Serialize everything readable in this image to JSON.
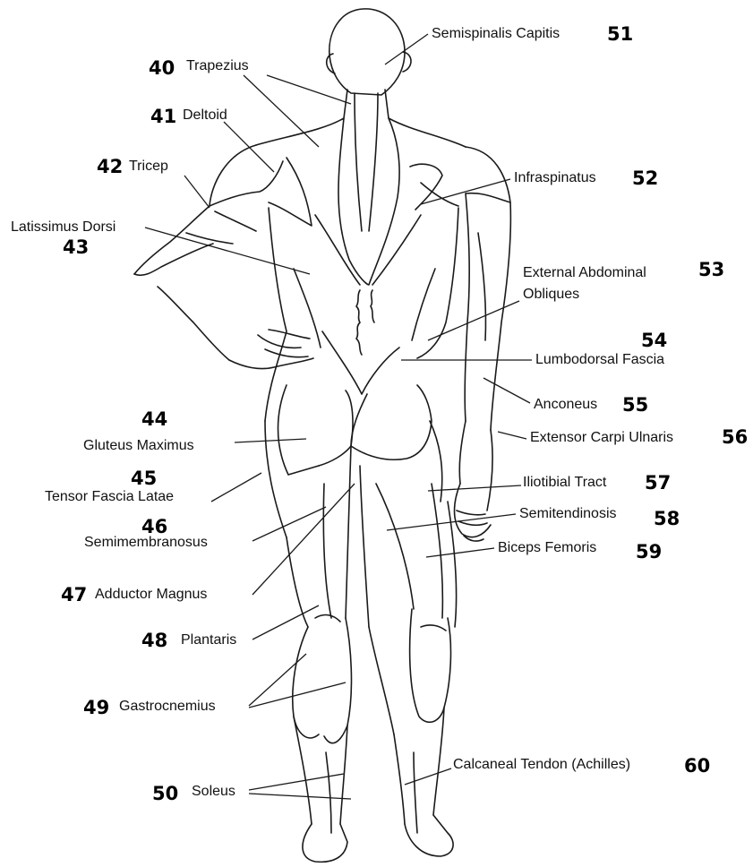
{
  "diagram": {
    "labels": [
      {
        "number": "40",
        "name": "Trapezius"
      },
      {
        "number": "41",
        "name": "Deltoid"
      },
      {
        "number": "42",
        "name": "Tricep"
      },
      {
        "number": "43",
        "name": "Latissimus Dorsi"
      },
      {
        "number": "44",
        "name": "Gluteus Maximus"
      },
      {
        "number": "45",
        "name": "Tensor Fascia Latae"
      },
      {
        "number": "46",
        "name": "Semimembranosus"
      },
      {
        "number": "47",
        "name": "Adductor Magnus"
      },
      {
        "number": "48",
        "name": "Plantaris"
      },
      {
        "number": "49",
        "name": "Gastrocnemius"
      },
      {
        "number": "50",
        "name": "Soleus"
      },
      {
        "number": "51",
        "name": "Semispinalis Capitis"
      },
      {
        "number": "52",
        "name": "Infraspinatus"
      },
      {
        "number": "53",
        "name": "External Abdominal Obliques"
      },
      {
        "number": "54",
        "name": "Lumbodorsal Fascia"
      },
      {
        "number": "55",
        "name": "Anconeus"
      },
      {
        "number": "56",
        "name": "Extensor Carpi Ulnaris"
      },
      {
        "number": "57",
        "name": "Iliotibial Tract"
      },
      {
        "number": "58",
        "name": "Semitendinosis"
      },
      {
        "number": "59",
        "name": "Biceps Femoris"
      },
      {
        "number": "60",
        "name": "Calcaneal Tendon (Achilles)"
      }
    ],
    "ink_color": "#1a1a1a",
    "background": "#ffffff"
  }
}
